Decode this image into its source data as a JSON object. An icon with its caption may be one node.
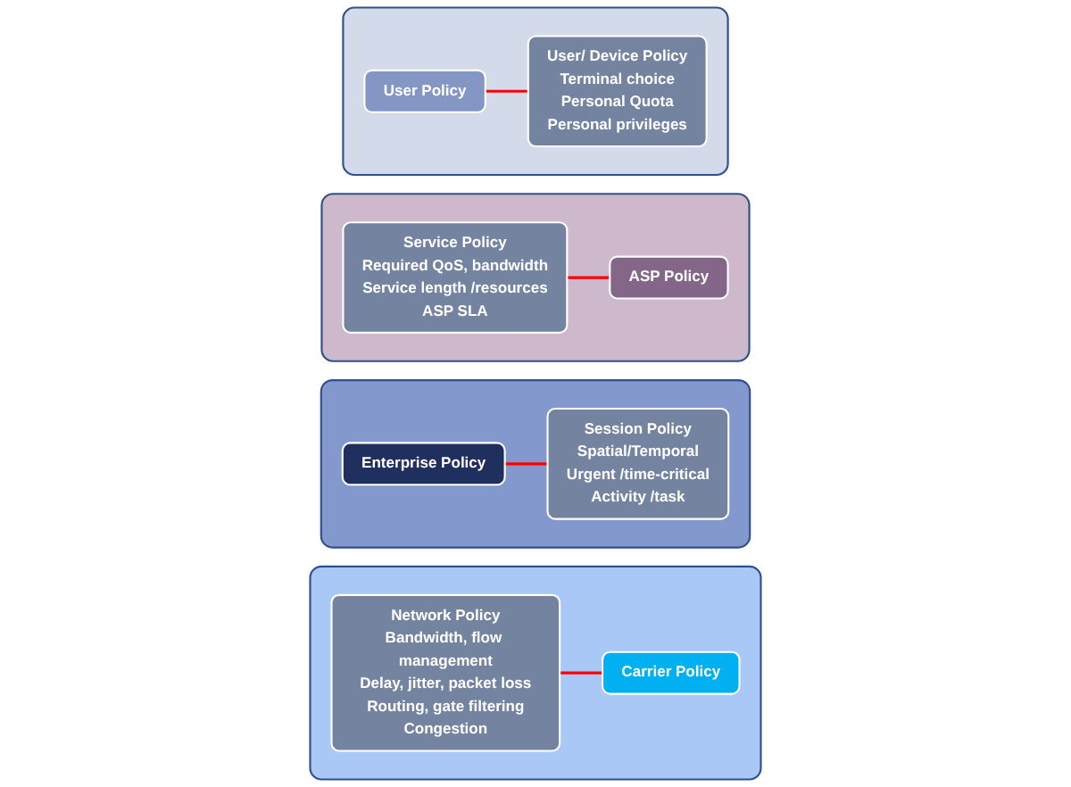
{
  "diagram": {
    "nodes": [
      {
        "text": [],
        "shape": "box"
      },
      {
        "text": [
          "User Policy"
        ],
        "in": 0
      },
      {
        "text": [
          "User/ Device Policy",
          "Terminal choice",
          "Personal Quota",
          "Personal privileges"
        ],
        "in": 0
      },
      {
        "text": [],
        "shape": "box"
      },
      {
        "text": [
          "Service Policy",
          "Required QoS, bandwidth",
          "Service length /resources",
          "ASP SLA"
        ],
        "in": 3
      },
      {
        "text": [
          "ASP Policy"
        ],
        "in": 3
      },
      {
        "text": [],
        "shape": "box"
      },
      {
        "text": [
          "Enterprise Policy"
        ],
        "in": 6
      },
      {
        "text": [
          "Session Policy",
          "Spatial/Temporal",
          "Urgent /time-critical",
          "Activity /task"
        ],
        "in": 6
      },
      {
        "text": [],
        "shape": "box"
      },
      {
        "text": [
          "Network Policy",
          "Bandwidth, flow management",
          "Delay, jitter, packet loss",
          "Routing, gate filtering",
          "Congestion"
        ],
        "in": 9
      },
      {
        "text": [
          "Carrier Policy"
        ],
        "in": 9
      }
    ],
    "edges": [
      {
        "from": 1,
        "to": 2,
        "arrow": "none"
      },
      {
        "from": 4,
        "to": 5,
        "arrow": "none"
      },
      {
        "from": 7,
        "to": 8,
        "arrow": "none"
      },
      {
        "from": 10,
        "to": 11,
        "arrow": "none"
      }
    ]
  }
}
